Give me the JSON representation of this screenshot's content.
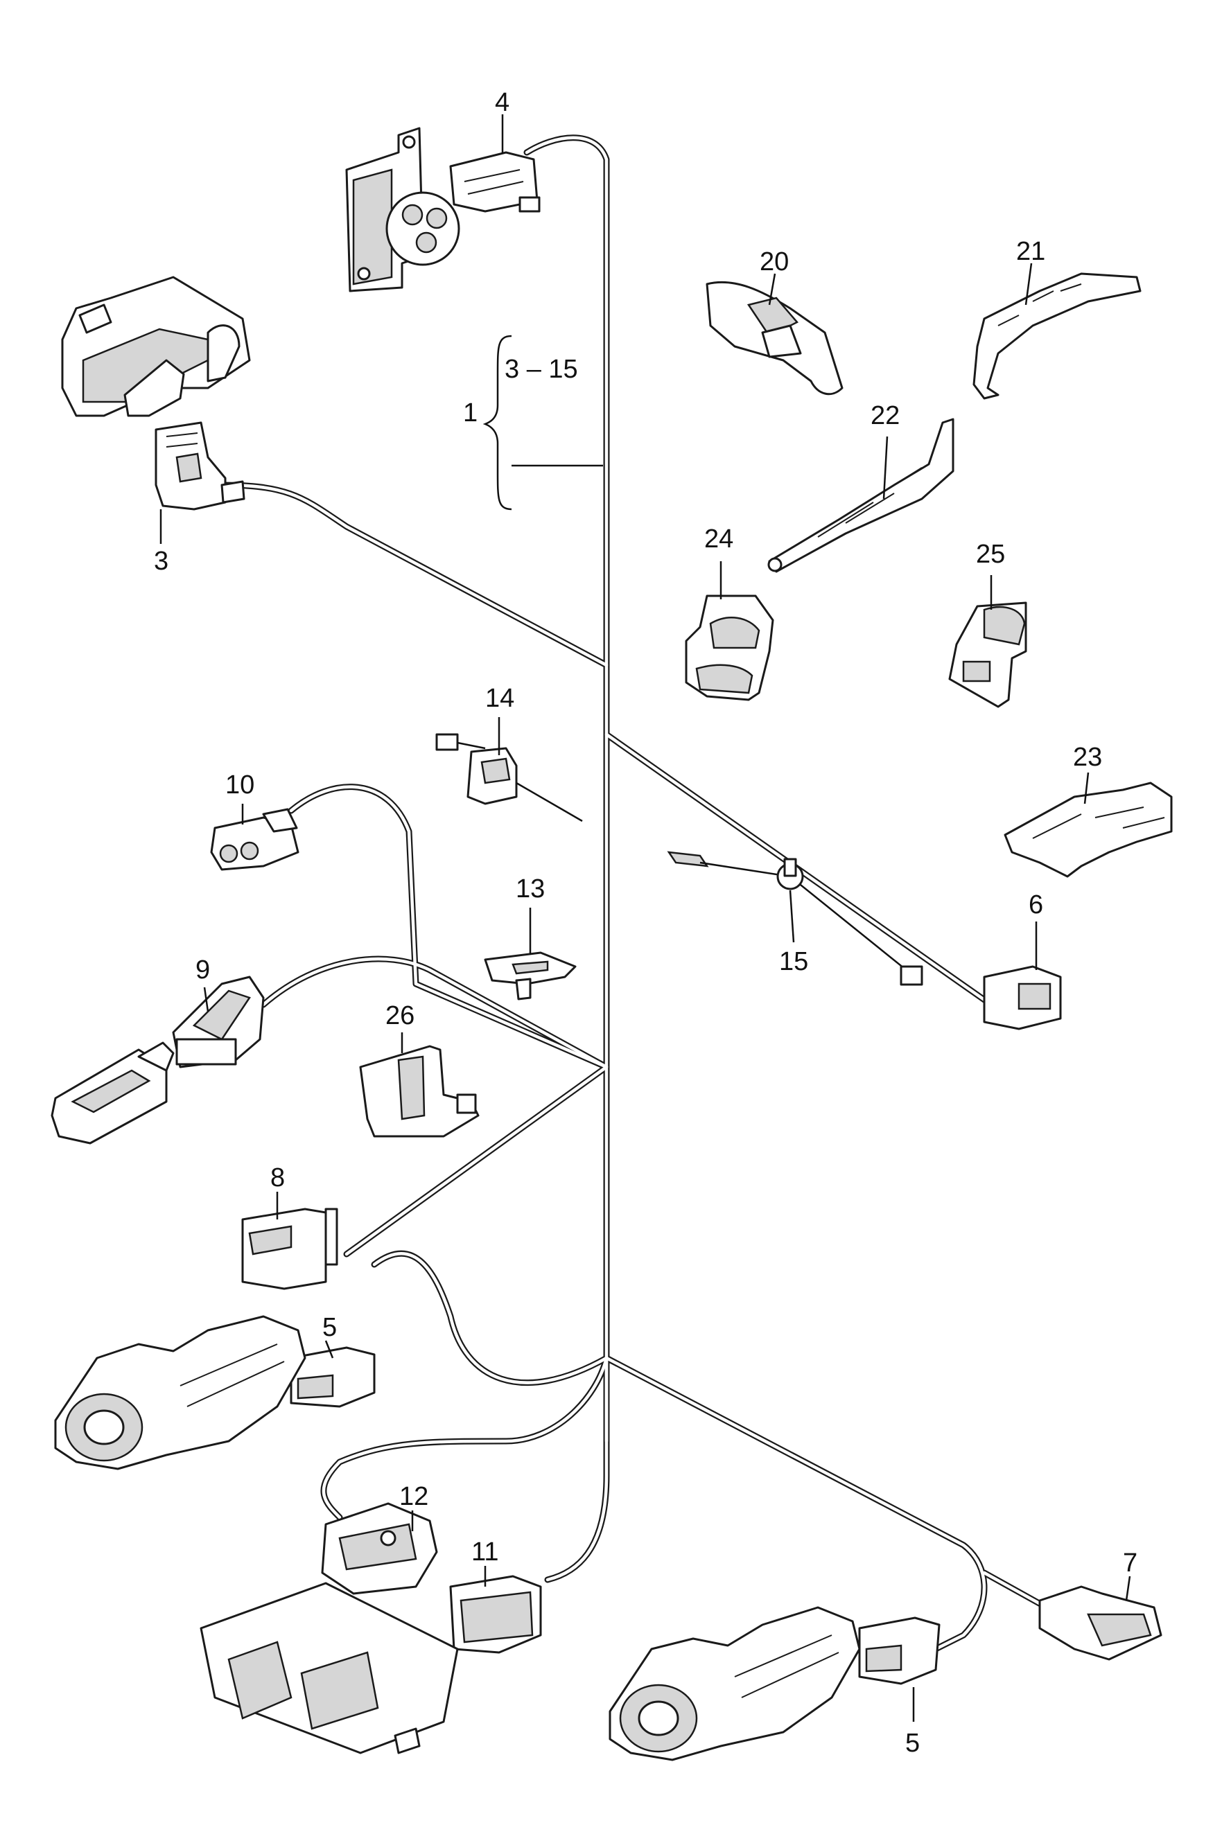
{
  "colors": {
    "line": "#1a1a1a",
    "fill": "#ffffff",
    "shade": "#d6d6d6"
  },
  "callouts": {
    "c1": "1",
    "c3_15": "3 – 15",
    "c3": "3",
    "c4": "4",
    "c5a": "5",
    "c5b": "5",
    "c6": "6",
    "c7": "7",
    "c8": "8",
    "c9": "9",
    "c10": "10",
    "c11": "11",
    "c12": "12",
    "c13": "13",
    "c14": "14",
    "c15": "15",
    "c20": "20",
    "c21": "21",
    "c22": "22",
    "c23": "23",
    "c24": "24",
    "c25": "25",
    "c26": "26"
  }
}
